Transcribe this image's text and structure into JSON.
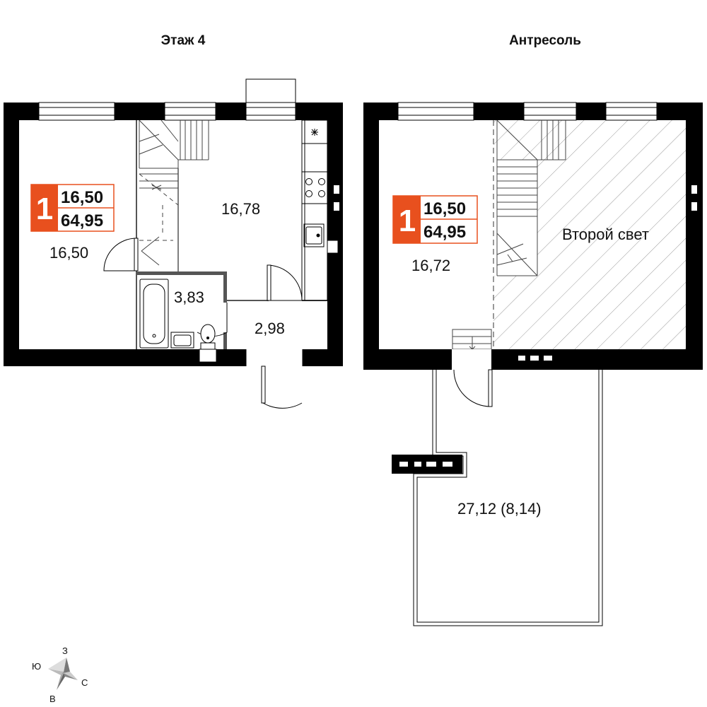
{
  "floor4": {
    "title": "Этаж 4",
    "badge": {
      "rooms": "1",
      "living_area": "16,50",
      "total_area": "64,95"
    },
    "rooms": {
      "room_main": "16,50",
      "kitchen_stair": "16,78",
      "bathroom": "3,83",
      "hallway": "2,98"
    }
  },
  "mezzanine": {
    "title": "Антресоль",
    "badge": {
      "rooms": "1",
      "living_area": "16,50",
      "total_area": "64,95"
    },
    "rooms": {
      "room": "16,72",
      "second_light": "Второй свет",
      "terrace": "27,12 (8,14)"
    }
  },
  "compass": {
    "west": "З",
    "south": "Ю",
    "north": "С",
    "east": "В"
  },
  "colors": {
    "badge_orange": "#e8501e",
    "wall": "#000000",
    "hatch": "#9a9a9a"
  }
}
